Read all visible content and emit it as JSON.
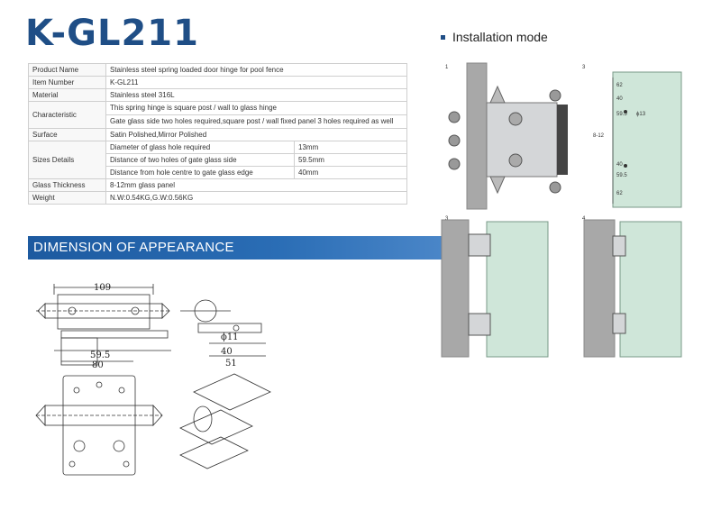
{
  "header": {
    "title": "K-GL211"
  },
  "installation": {
    "heading": "Installation mode"
  },
  "spec_table": {
    "rows": [
      {
        "label": "Product Name",
        "value": "Stainless steel spring loaded door hinge for pool fence"
      },
      {
        "label": "Item Number",
        "value": "K-GL211"
      },
      {
        "label": "Material",
        "value": "Stainless steel 316L"
      },
      {
        "label": "Characteristic",
        "values": [
          "This  spring hinge is square post / wall to glass hinge",
          "Gate glass side two holes required,square post / wall fixed panel 3 holes required as well"
        ]
      },
      {
        "label": "Surface",
        "value": "Satin Polished,Mirror Polished"
      },
      {
        "label": "Sizes Details",
        "sub": [
          {
            "name": "Diameter of glass hole required",
            "val": "13mm"
          },
          {
            "name": "Distance of two holes of gate glass side",
            "val": "59.5mm"
          },
          {
            "name": "Distance from hole centre to gate glass edge",
            "val": "40mm"
          }
        ]
      },
      {
        "label": "Glass Thickness",
        "value": "8-12mm glass panel"
      },
      {
        "label": "Weight",
        "value": "N.W:0.54KG,G.W:0.56KG"
      }
    ]
  },
  "dimension": {
    "banner": "DIMENSION OF APPEARANCE",
    "labels": {
      "width_total": "109",
      "hole_dia": "ϕ11",
      "hole_spacing": "59.5",
      "length_80": "80",
      "edge_40": "40",
      "edge_51": "51"
    }
  },
  "install_figs": {
    "numbers": [
      "1",
      "3",
      "3",
      "4"
    ],
    "dims": {
      "d62a": "62",
      "d40a": "40",
      "d59a": "59.5",
      "d13": "ϕ13",
      "d812": "8-12",
      "d40b": "40",
      "d59b": "59.5",
      "d62b": "62"
    }
  }
}
